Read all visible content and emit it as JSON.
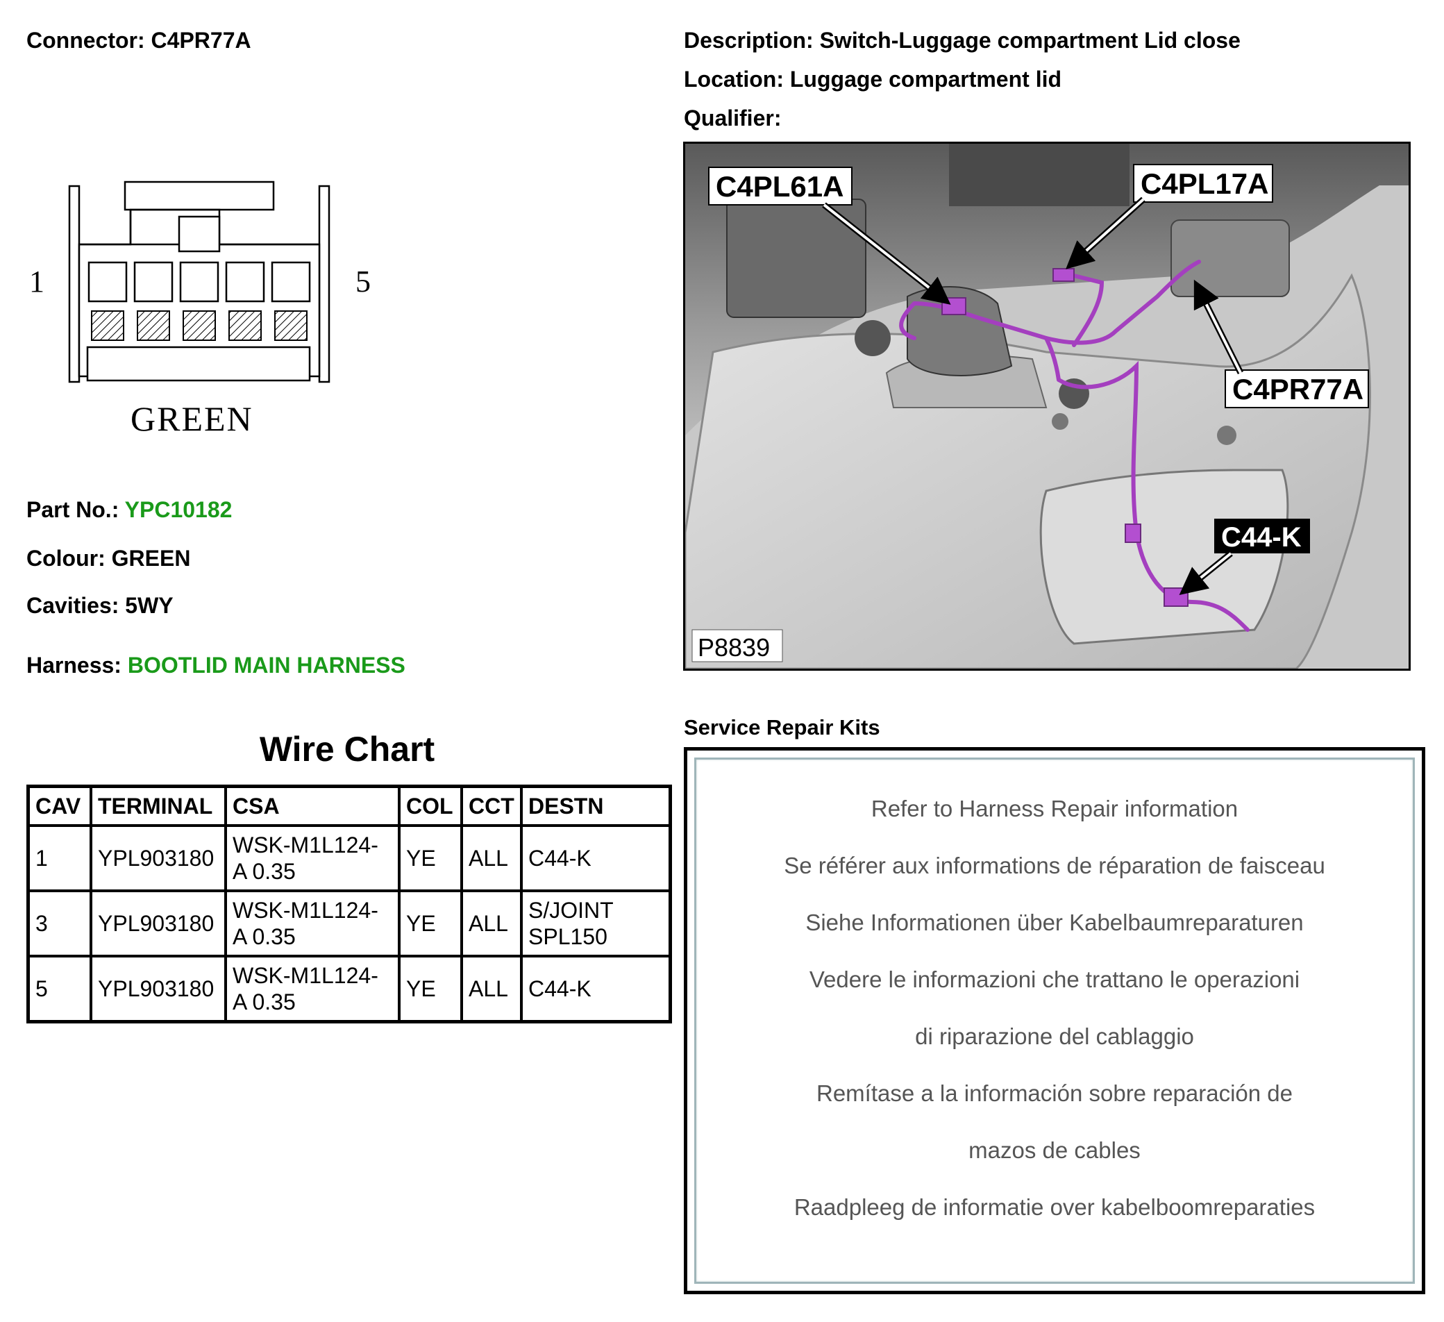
{
  "connector": {
    "label": "Connector:",
    "value": "C4PR77A"
  },
  "description": {
    "label": "Description:",
    "value": "Switch-Luggage compartment Lid close"
  },
  "location": {
    "label": "Location:",
    "value": "Luggage compartment lid"
  },
  "qualifier": {
    "label": "Qualifier:",
    "value": ""
  },
  "drawing": {
    "pin_left": "1",
    "pin_right": "5",
    "colour_caption": "GREEN"
  },
  "part_no": {
    "label": "Part No.:",
    "value": "YPC10182"
  },
  "colour": {
    "label": "Colour:",
    "value": "GREEN"
  },
  "cavities": {
    "label": "Cavities:",
    "value": "5WY"
  },
  "harness": {
    "label": "Harness:",
    "value": "BOOTLID MAIN HARNESS"
  },
  "wire_chart": {
    "title": "Wire Chart",
    "headers": [
      "CAV",
      "TERMINAL",
      "CSA",
      "COL",
      "CCT",
      "DESTN"
    ],
    "rows": [
      {
        "cav": "1",
        "terminal": "YPL903180",
        "csa_1": "WSK-M1L124-",
        "csa_2": "A 0.35",
        "col": "YE",
        "cct": "ALL",
        "destn_1": "C44-K",
        "destn_2": ""
      },
      {
        "cav": "3",
        "terminal": "YPL903180",
        "csa_1": "WSK-M1L124-",
        "csa_2": "A 0.35",
        "col": "YE",
        "cct": "ALL",
        "destn_1": "S/JOINT",
        "destn_2": "SPL150"
      },
      {
        "cav": "5",
        "terminal": "YPL903180",
        "csa_1": "WSK-M1L124-",
        "csa_2": "A 0.35",
        "col": "YE",
        "cct": "ALL",
        "destn_1": "C44-K",
        "destn_2": ""
      }
    ]
  },
  "image_callouts": {
    "c4pl61a": "C4PL61A",
    "c4pl17a": "C4PL17A",
    "c4pr77a": "C4PR77A",
    "c44k": "C44-K",
    "ref": "P8839"
  },
  "service_repair": {
    "title": "Service Repair Kits",
    "lines": [
      "Refer to Harness Repair information",
      "Se référer aux informations de réparation de faisceau",
      "Siehe Informationen über Kabelbaumreparaturen",
      "Vedere le informazioni che trattano le operazioni",
      "di riparazione del cablaggio",
      "Remítase a la información sobre reparación de",
      "mazos de cables",
      "Raadpleeg de informatie over kabelboomreparaties"
    ]
  },
  "colors": {
    "accent_green": "#1a9a1a",
    "harness_purple": "#a43fbf"
  }
}
